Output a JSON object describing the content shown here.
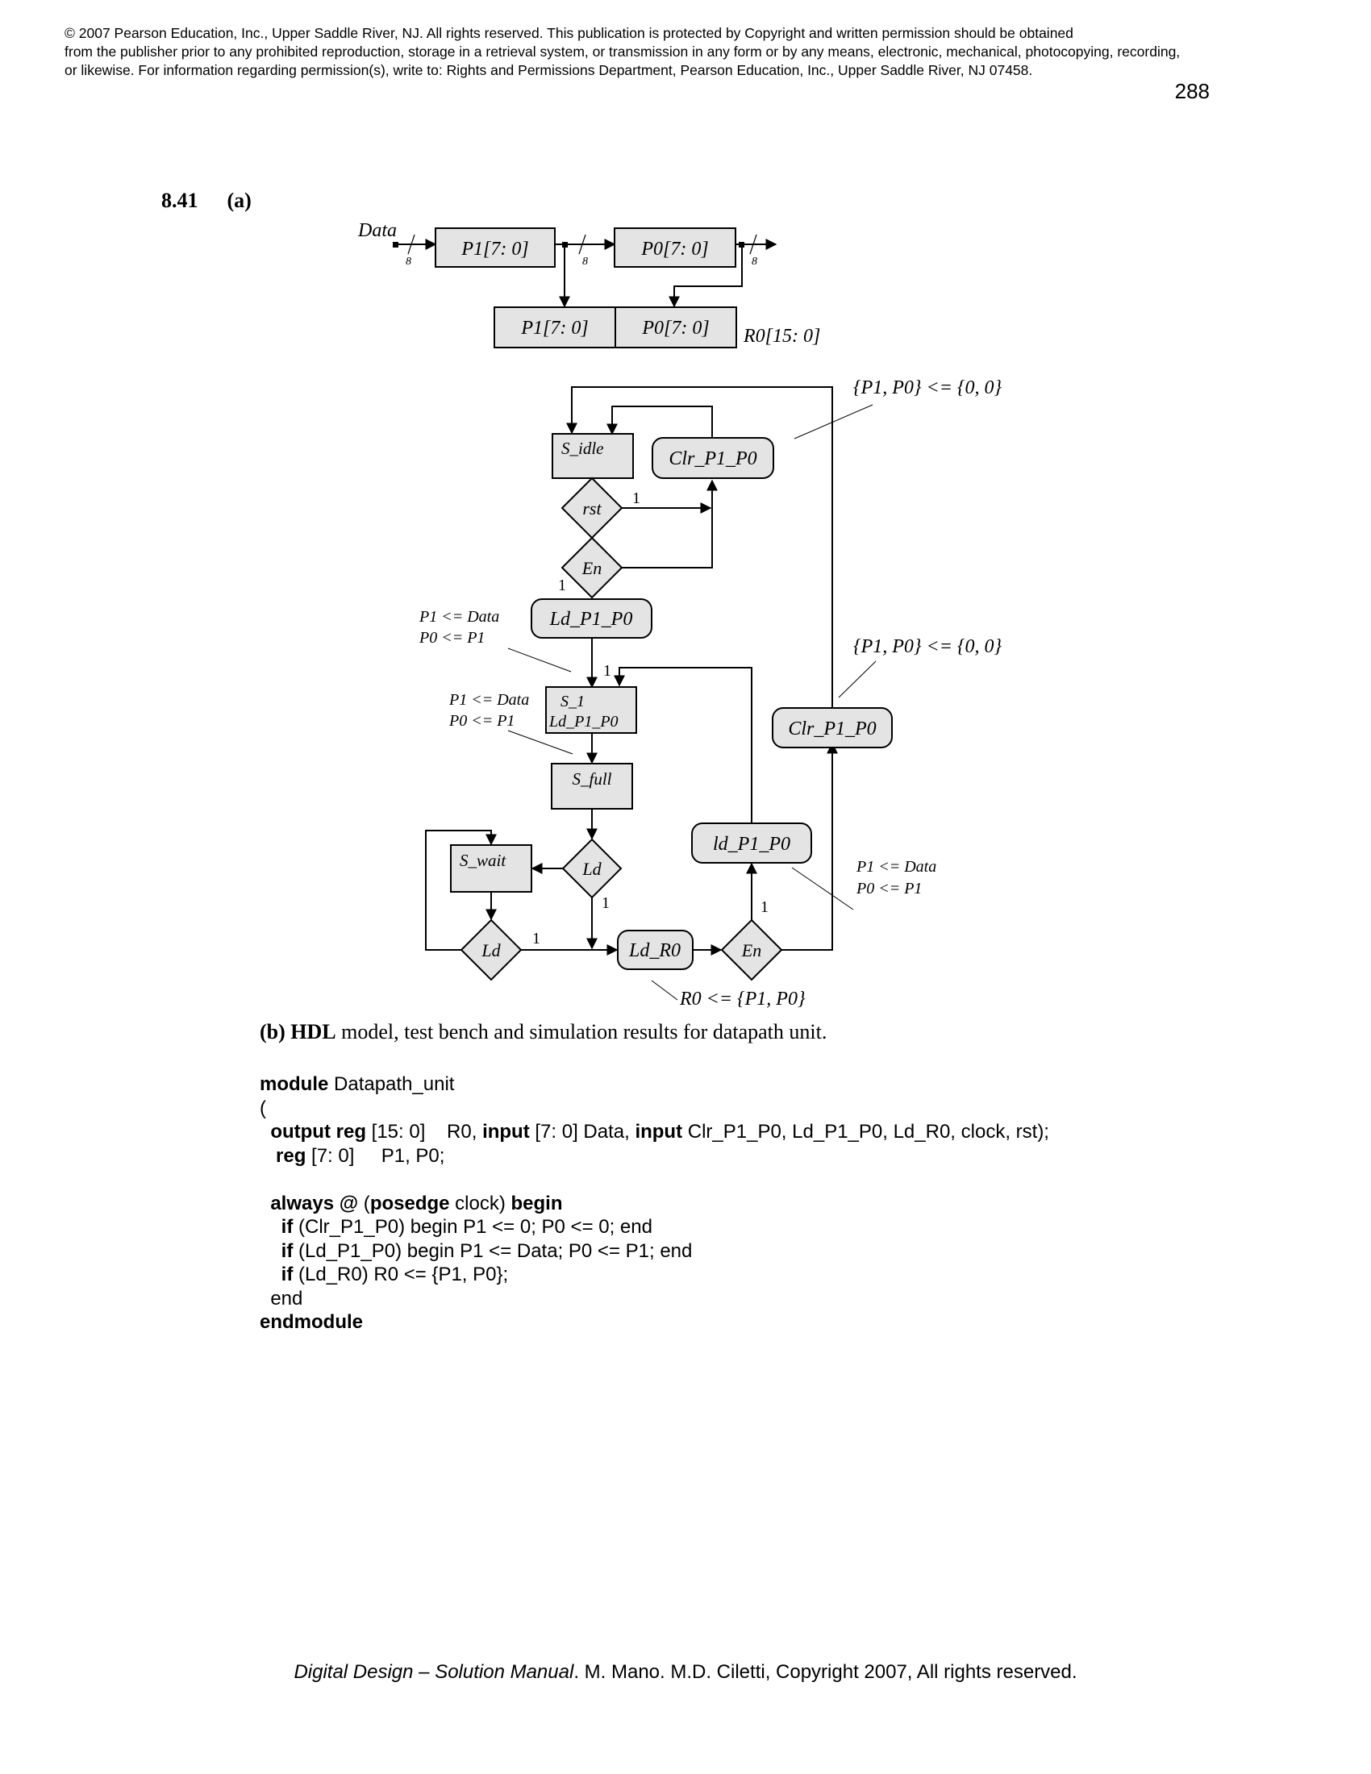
{
  "header": {
    "copyright_lines": [
      "© 2007 Pearson Education, Inc., Upper Saddle River, NJ.  All rights reserved. This publication is protected by Copyright and written permission should be obtained",
      "from the publisher prior to any prohibited reproduction, storage in a retrieval system,  or transmission in any form or by any means, electronic, mechanical, photocopying, recording,",
      "or  likewise.  For information regarding permission(s), write to:  Rights and Permissions Department, Pearson Education, Inc., Upper Saddle River, NJ 07458."
    ],
    "page_number": "288"
  },
  "problem": {
    "number": "8.41",
    "part_a": "(a)"
  },
  "datapath": {
    "input_label": "Data",
    "reg_p1": "P1[7: 0]",
    "reg_p0": "P0[7: 0]",
    "bus_width": "8",
    "r0_high": "P1[7: 0]",
    "r0_low": "P0[7: 0]",
    "r0_label": "R0[15: 0]"
  },
  "asm": {
    "s_idle": "S_idle",
    "clr_top": "Clr_P1_P0",
    "clr_top_note": "{P1, P0} <= {0, 0}",
    "rst": "rst",
    "en_top": "En",
    "ld_p1_p0_top": "Ld_P1_P0",
    "ld_note_1": "P1 <= Data",
    "ld_note_2": "P0 <= P1",
    "s_1": "S_1",
    "s_1_output": "Ld_P1_P0",
    "s_1_note_1": "P1 <= Data",
    "s_1_note_2": "P0 <= P1",
    "s_full": "S_full",
    "s_wait": "S_wait",
    "ld_decision_1": "Ld",
    "ld_decision_2": "Ld",
    "ld_r0": "Ld_R0",
    "ld_r0_note": "R0 <= {P1, P0}",
    "en_bottom": "En",
    "ld_p1_p0_right": "ld_P1_P0",
    "ld_right_note_1": "P1 <= Data",
    "ld_right_note_2": "P0 <= P1",
    "clr_right": "Clr_P1_P0",
    "clr_right_note": "{P1, P0} <= {0, 0}",
    "branch_one": "1"
  },
  "part_b": {
    "label": "(b) HDL",
    "text": " model, test bench and simulation results for datapath unit."
  },
  "code": {
    "l1_kw": "module",
    "l1_rest": " Datapath_unit",
    "l2": "(",
    "l3_kw1": "  output reg",
    "l3_t1": " [15: 0]    R0, ",
    "l3_kw2": "input",
    "l3_t2": " [7: 0] Data, ",
    "l3_kw3": "input",
    "l3_t3": " Clr_P1_P0, Ld_P1_P0, Ld_R0, clock, rst);",
    "l4_kw": "   reg",
    "l4_rest": " [7: 0]     P1, P0;",
    "l6_kw1": "  always @",
    "l6_t1": " (",
    "l6_kw2": "posedge",
    "l6_t2": " clock) ",
    "l6_kw3": "begin",
    "l7_kw": "    if",
    "l7_rest": " (Clr_P1_P0) begin P1 <= 0; P0 <= 0; end",
    "l8_kw": "    if",
    "l8_rest": " (Ld_P1_P0) begin P1 <= Data; P0 <= P1; end",
    "l9_kw": "    if",
    "l9_rest": " (Ld_R0) R0 <= {P1, P0};",
    "l10": "  end",
    "l11": "endmodule"
  },
  "footer": {
    "title": "Digital Design – Solution Manual",
    "rest": ". M. Mano. M.D. Ciletti, Copyright 2007, All rights reserved."
  }
}
